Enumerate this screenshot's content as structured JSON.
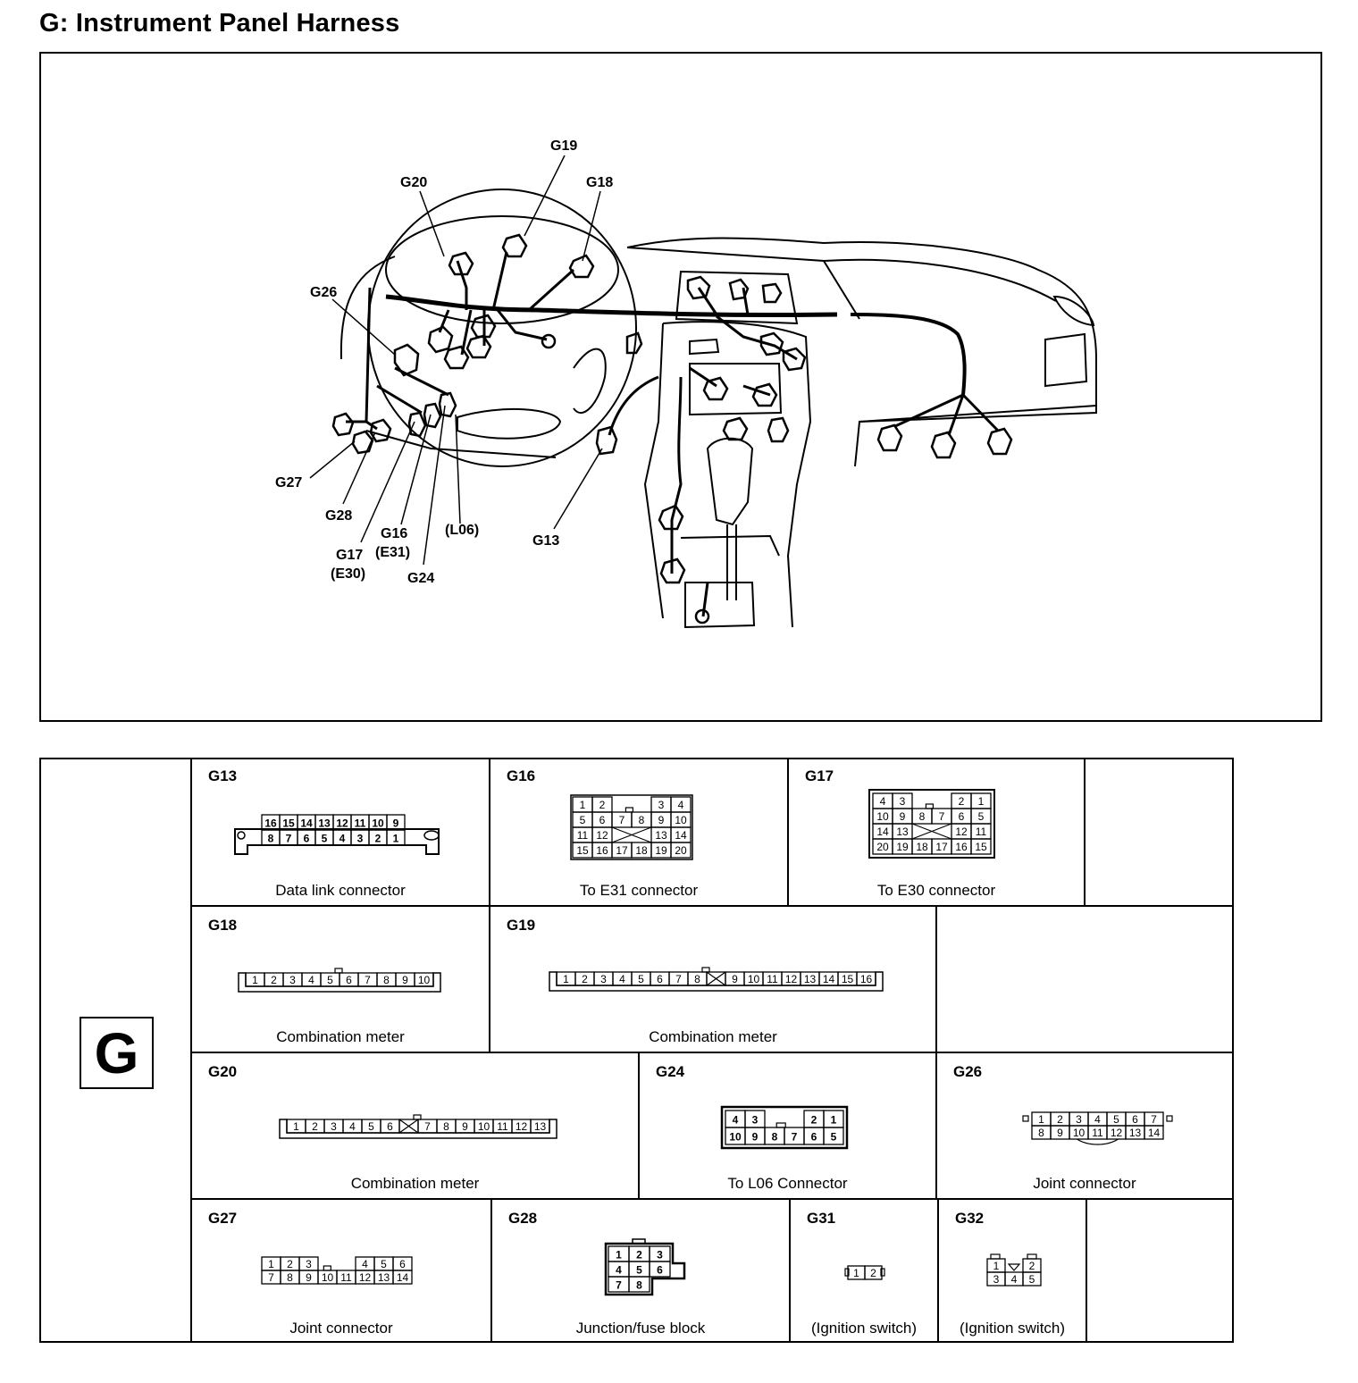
{
  "title": "G: Instrument Panel Harness",
  "figure": {
    "callouts": {
      "g19": "G19",
      "g20": "G20",
      "g18": "G18",
      "g26": "G26",
      "g27": "G27",
      "g28": "G28",
      "g17": "G17",
      "g17sub": "(E30)",
      "g16": "G16",
      "g16sub": "(E31)",
      "g24": "G24",
      "l06": "(L06)",
      "g13": "G13"
    }
  },
  "table": {
    "section_letter": "G",
    "connectors": {
      "g13": {
        "id": "G13",
        "desc": "Data link connector",
        "pins": [
          "16",
          "15",
          "14",
          "13",
          "12",
          "11",
          "10",
          "9",
          "8",
          "7",
          "6",
          "5",
          "4",
          "3",
          "2",
          "1"
        ]
      },
      "g16": {
        "id": "G16",
        "desc": "To E31 connector",
        "pins": [
          "1",
          "2",
          "3",
          "4",
          "5",
          "6",
          "7",
          "8",
          "9",
          "10",
          "11",
          "12",
          "13",
          "14",
          "15",
          "16",
          "17",
          "18",
          "19",
          "20"
        ]
      },
      "g17": {
        "id": "G17",
        "desc": "To E30 connector",
        "pins": [
          "4",
          "3",
          "2",
          "1",
          "10",
          "9",
          "8",
          "7",
          "6",
          "5",
          "14",
          "13",
          "12",
          "11",
          "20",
          "19",
          "18",
          "17",
          "16",
          "15"
        ]
      },
      "g18": {
        "id": "G18",
        "desc": "Combination meter",
        "pins": [
          "1",
          "2",
          "3",
          "4",
          "5",
          "6",
          "7",
          "8",
          "9",
          "10"
        ]
      },
      "g19": {
        "id": "G19",
        "desc": "Combination meter",
        "pins": [
          "1",
          "2",
          "3",
          "4",
          "5",
          "6",
          "7",
          "8",
          "9",
          "10",
          "11",
          "12",
          "13",
          "14",
          "15",
          "16"
        ]
      },
      "g20": {
        "id": "G20",
        "desc": "Combination meter",
        "pins": [
          "1",
          "2",
          "3",
          "4",
          "5",
          "6",
          "7",
          "8",
          "9",
          "10",
          "11",
          "12",
          "13"
        ]
      },
      "g24": {
        "id": "G24",
        "desc": "To L06 Connector",
        "pins": [
          "4",
          "3",
          "2",
          "1",
          "10",
          "9",
          "8",
          "7",
          "6",
          "5"
        ]
      },
      "g26": {
        "id": "G26",
        "desc": "Joint connector",
        "pins": [
          "1",
          "2",
          "3",
          "4",
          "5",
          "6",
          "7",
          "8",
          "9",
          "10",
          "11",
          "12",
          "13",
          "14"
        ]
      },
      "g27": {
        "id": "G27",
        "desc": "Joint connector",
        "pins": [
          "1",
          "2",
          "3",
          "4",
          "5",
          "6",
          "7",
          "8",
          "9",
          "10",
          "11",
          "12",
          "13",
          "14"
        ]
      },
      "g28": {
        "id": "G28",
        "desc": "Junction/fuse block",
        "pins": [
          "1",
          "2",
          "3",
          "4",
          "5",
          "6",
          "7",
          "8"
        ]
      },
      "g31": {
        "id": "G31",
        "desc": "(Ignition switch)",
        "pins": [
          "1",
          "2"
        ]
      },
      "g32": {
        "id": "G32",
        "desc": "(Ignition switch)",
        "pins": [
          "1",
          "2",
          "3",
          "4",
          "5"
        ]
      }
    }
  }
}
